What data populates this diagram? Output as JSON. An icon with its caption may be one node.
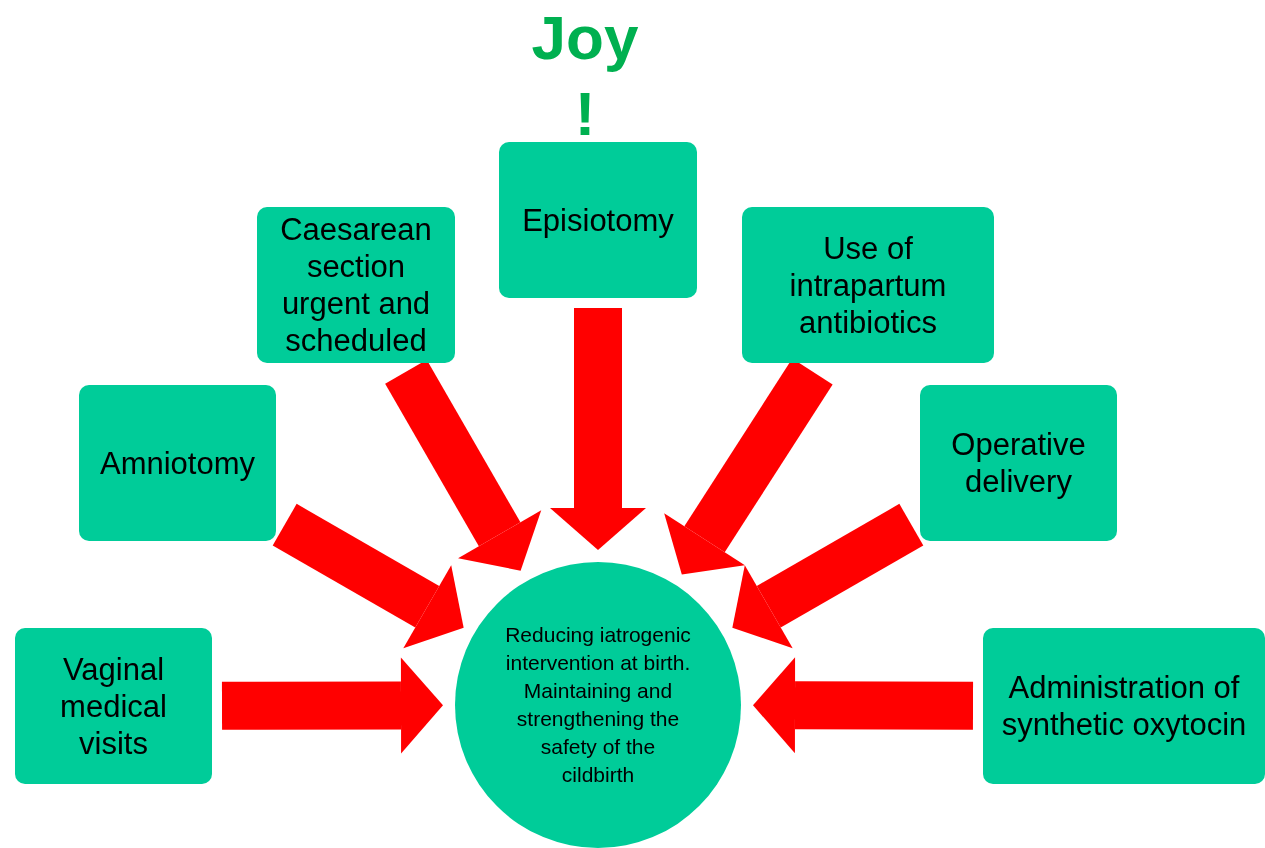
{
  "diagram": {
    "title": "Joy !",
    "nodes": [
      {
        "text": [
          "Vaginal medical visits"
        ]
      },
      {
        "text": [
          "Amniotomy"
        ]
      },
      {
        "text": [
          "Caesarean section urgent and scheduled"
        ]
      },
      {
        "text": [
          "Episiotomy"
        ]
      },
      {
        "text": [
          "Use of intrapartum antibiotics"
        ]
      },
      {
        "text": [
          "Operative delivery"
        ]
      },
      {
        "text": [
          "Administration of synthetic oxytocin"
        ]
      },
      {
        "text": [
          "Reducing iatrogenic intervention at birth. Maintaining and strengthening the safety of the cildbirth"
        ]
      }
    ],
    "edges": [
      {
        "from": 0,
        "to": 7,
        "arrow": "to"
      },
      {
        "from": 1,
        "to": 7,
        "arrow": "to"
      },
      {
        "from": 2,
        "to": 7,
        "arrow": "to"
      },
      {
        "from": 3,
        "to": 7,
        "arrow": "to"
      },
      {
        "from": 4,
        "to": 7,
        "arrow": "to"
      },
      {
        "from": 5,
        "to": 7,
        "arrow": "to"
      },
      {
        "from": 6,
        "to": 7,
        "arrow": "to"
      }
    ]
  }
}
